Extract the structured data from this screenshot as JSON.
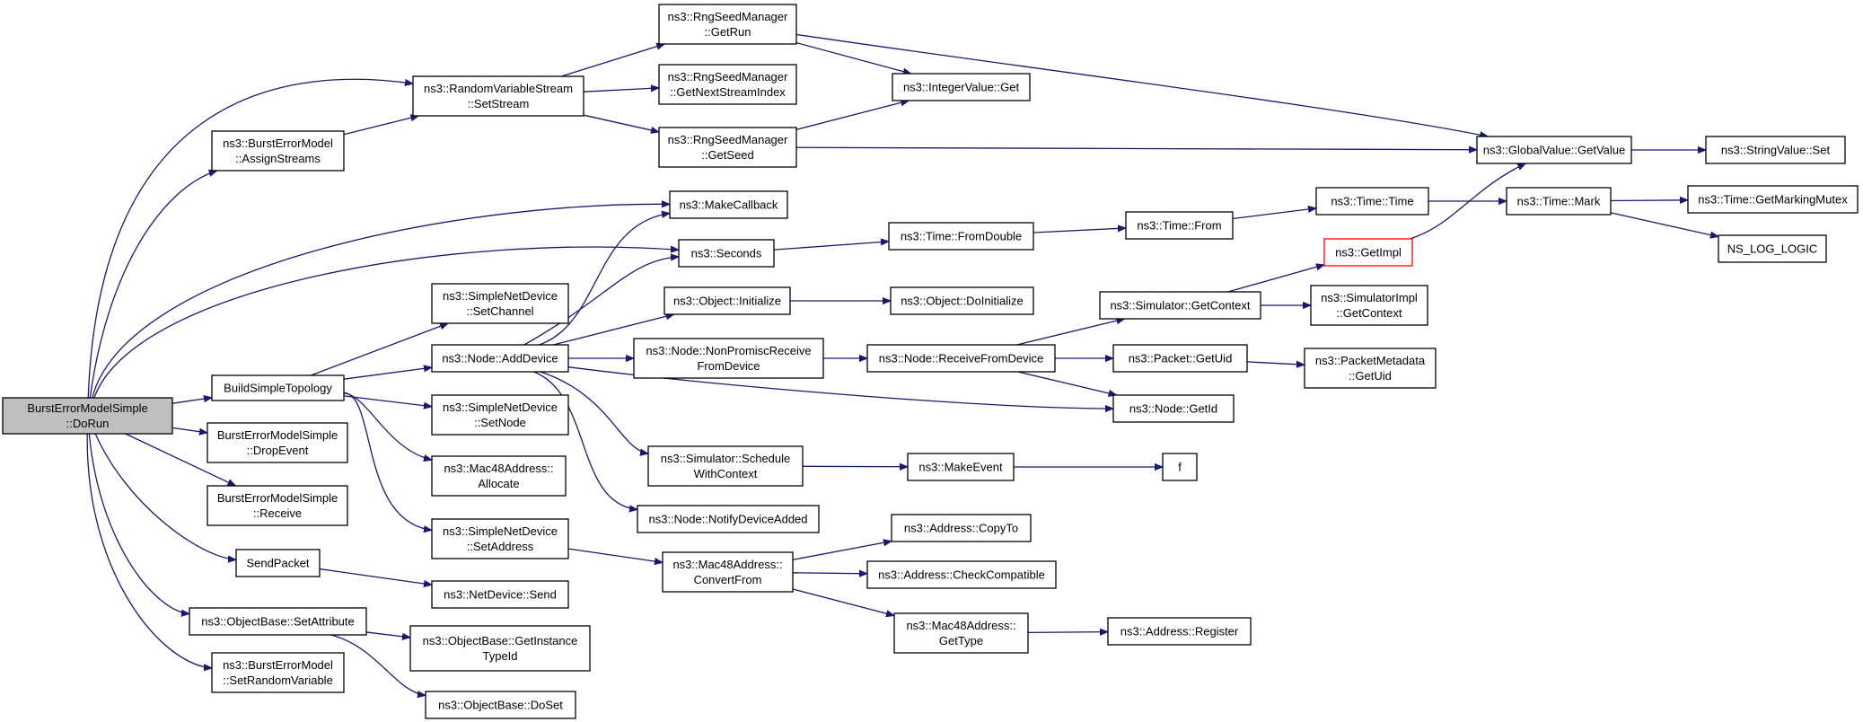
{
  "nodes": [
    {
      "id": "root",
      "lines": [
        "BurstErrorModelSimple",
        "::DoRun"
      ],
      "style": "root"
    },
    {
      "id": "assignStreams",
      "lines": [
        "ns3::BurstErrorModel",
        "::AssignStreams"
      ]
    },
    {
      "id": "setStream",
      "lines": [
        "ns3::RandomVariableStream",
        "::SetStream"
      ]
    },
    {
      "id": "getRun",
      "lines": [
        "ns3::RngSeedManager",
        "::GetRun"
      ]
    },
    {
      "id": "getNextStreamIndex",
      "lines": [
        "ns3::RngSeedManager",
        "::GetNextStreamIndex"
      ]
    },
    {
      "id": "getSeed",
      "lines": [
        "ns3::RngSeedManager",
        "::GetSeed"
      ]
    },
    {
      "id": "integerValueGet",
      "lines": [
        "ns3::IntegerValue::Get"
      ]
    },
    {
      "id": "globalValueGetValue",
      "lines": [
        "ns3::GlobalValue::GetValue"
      ]
    },
    {
      "id": "stringValueSet",
      "lines": [
        "ns3::StringValue::Set"
      ]
    },
    {
      "id": "makeCallback",
      "lines": [
        "ns3::MakeCallback"
      ]
    },
    {
      "id": "seconds",
      "lines": [
        "ns3::Seconds"
      ]
    },
    {
      "id": "timeFromDouble",
      "lines": [
        "ns3::Time::FromDouble"
      ]
    },
    {
      "id": "timeFrom",
      "lines": [
        "ns3::Time::From"
      ]
    },
    {
      "id": "timeTime",
      "lines": [
        "ns3::Time::Time"
      ]
    },
    {
      "id": "timeMark",
      "lines": [
        "ns3::Time::Mark"
      ]
    },
    {
      "id": "getMarkingMutex",
      "lines": [
        "ns3::Time::GetMarkingMutex"
      ]
    },
    {
      "id": "nsLogLogic",
      "lines": [
        "NS_LOG_LOGIC"
      ]
    },
    {
      "id": "getImpl",
      "lines": [
        "ns3::GetImpl"
      ],
      "style": "trunc"
    },
    {
      "id": "buildSimpleTopology",
      "lines": [
        "BuildSimpleTopology"
      ]
    },
    {
      "id": "setChannel",
      "lines": [
        "ns3::SimpleNetDevice",
        "::SetChannel"
      ]
    },
    {
      "id": "nodeAddDevice",
      "lines": [
        "ns3::Node::AddDevice"
      ]
    },
    {
      "id": "objectInitialize",
      "lines": [
        "ns3::Object::Initialize"
      ]
    },
    {
      "id": "objectDoInitialize",
      "lines": [
        "ns3::Object::DoInitialize"
      ]
    },
    {
      "id": "simulatorGetContext",
      "lines": [
        "ns3::Simulator::GetContext"
      ]
    },
    {
      "id": "simulatorImplGetContext",
      "lines": [
        "ns3::SimulatorImpl",
        "::GetContext"
      ]
    },
    {
      "id": "nonPromisc",
      "lines": [
        "ns3::Node::NonPromiscReceive",
        "FromDevice"
      ]
    },
    {
      "id": "receiveFromDevice",
      "lines": [
        "ns3::Node::ReceiveFromDevice"
      ]
    },
    {
      "id": "packetGetUid",
      "lines": [
        "ns3::Packet::GetUid"
      ]
    },
    {
      "id": "packetMetadataGetUid",
      "lines": [
        "ns3::PacketMetadata",
        "::GetUid"
      ]
    },
    {
      "id": "nodeGetId",
      "lines": [
        "ns3::Node::GetId"
      ]
    },
    {
      "id": "setNode",
      "lines": [
        "ns3::SimpleNetDevice",
        "::SetNode"
      ]
    },
    {
      "id": "dropEvent",
      "lines": [
        "BurstErrorModelSimple",
        "::DropEvent"
      ]
    },
    {
      "id": "mac48Allocate",
      "lines": [
        "ns3::Mac48Address::",
        "Allocate"
      ]
    },
    {
      "id": "scheduleWithContext",
      "lines": [
        "ns3::Simulator::Schedule",
        "WithContext"
      ]
    },
    {
      "id": "makeEvent",
      "lines": [
        "ns3::MakeEvent"
      ]
    },
    {
      "id": "f",
      "lines": [
        "f"
      ]
    },
    {
      "id": "receive",
      "lines": [
        "BurstErrorModelSimple",
        "::Receive"
      ]
    },
    {
      "id": "notifyDeviceAdded",
      "lines": [
        "ns3::Node::NotifyDeviceAdded"
      ]
    },
    {
      "id": "addressCopyTo",
      "lines": [
        "ns3::Address::CopyTo"
      ]
    },
    {
      "id": "setAddress",
      "lines": [
        "ns3::SimpleNetDevice",
        "::SetAddress"
      ]
    },
    {
      "id": "sendPacket",
      "lines": [
        "SendPacket"
      ]
    },
    {
      "id": "mac48ConvertFrom",
      "lines": [
        "ns3::Mac48Address::",
        "ConvertFrom"
      ]
    },
    {
      "id": "checkCompatible",
      "lines": [
        "ns3::Address::CheckCompatible"
      ]
    },
    {
      "id": "netDeviceSend",
      "lines": [
        "ns3::NetDevice::Send"
      ]
    },
    {
      "id": "objectBaseSetAttribute",
      "lines": [
        "ns3::ObjectBase::SetAttribute"
      ]
    },
    {
      "id": "mac48GetType",
      "lines": [
        "ns3::Mac48Address::",
        "GetType"
      ]
    },
    {
      "id": "addressRegister",
      "lines": [
        "ns3::Address::Register"
      ]
    },
    {
      "id": "getInstanceTypeId",
      "lines": [
        "ns3::ObjectBase::GetInstance",
        "TypeId"
      ]
    },
    {
      "id": "setRandomVariable",
      "lines": [
        "ns3::BurstErrorModel",
        "::SetRandomVariable"
      ]
    },
    {
      "id": "objectBaseDoSet",
      "lines": [
        "ns3::ObjectBase::DoSet"
      ]
    }
  ]
}
